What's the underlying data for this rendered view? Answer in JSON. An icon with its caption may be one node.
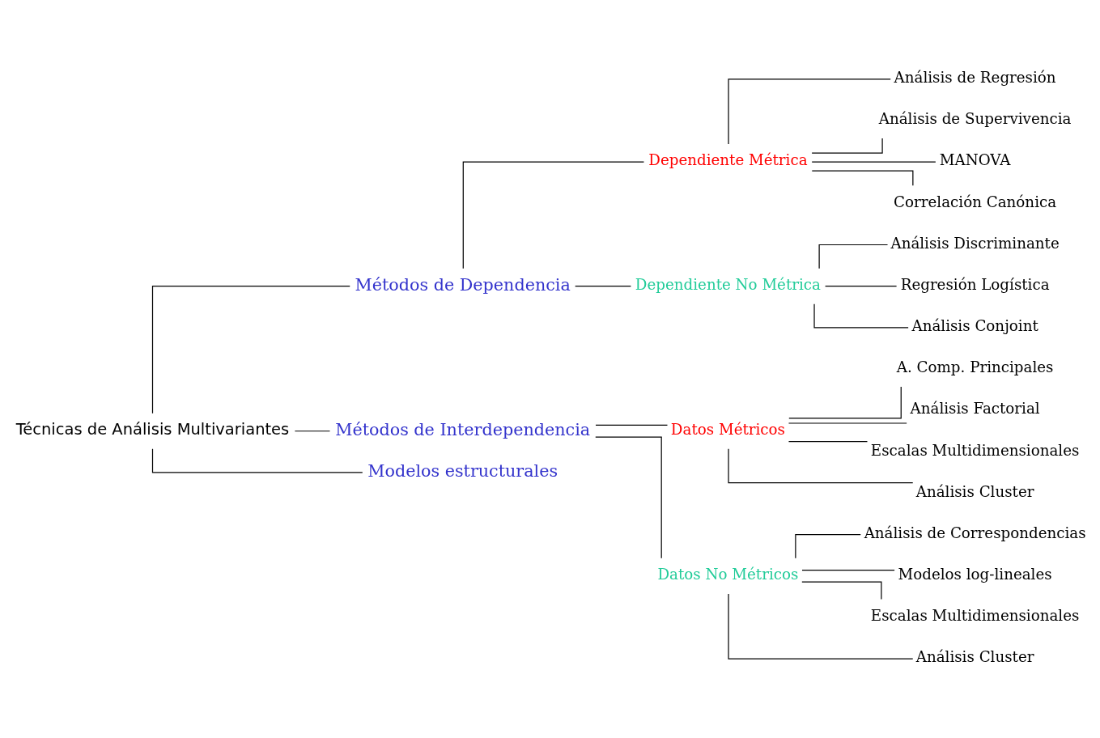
{
  "diagram": {
    "nodes": [
      {
        "text": [
          "Técnicas de Análisis Multivariantes"
        ]
      },
      {
        "text": [
          "Métodos de Dependencia"
        ]
      },
      {
        "text": [
          "Dependiente Métrica"
        ]
      },
      {
        "text": [
          "Análisis de Regresión"
        ]
      },
      {
        "text": [
          "Análisis de Supervivencia"
        ]
      },
      {
        "text": [
          "MANOVA"
        ]
      },
      {
        "text": [
          "Correlación Canónica"
        ]
      },
      {
        "text": [
          "Dependiente No Métrica"
        ]
      },
      {
        "text": [
          "Análisis Discriminante"
        ]
      },
      {
        "text": [
          "Regresión Logística"
        ]
      },
      {
        "text": [
          "Análisis Conjoint"
        ]
      },
      {
        "text": [
          "Métodos de Interdependencia"
        ]
      },
      {
        "text": [
          "Datos Métricos"
        ]
      },
      {
        "text": [
          "A. Comp. Principales"
        ]
      },
      {
        "text": [
          "Análisis Factorial"
        ]
      },
      {
        "text": [
          "Escalas Multidimensionales"
        ]
      },
      {
        "text": [
          "Análisis Cluster"
        ]
      },
      {
        "text": [
          "Datos No Métricos"
        ]
      },
      {
        "text": [
          "Análisis de Correspondencias"
        ]
      },
      {
        "text": [
          "Modelos log-lineales"
        ]
      },
      {
        "text": [
          "Escalas Multidimensionales"
        ]
      },
      {
        "text": [
          "Análisis Cluster"
        ]
      },
      {
        "text": [
          "Modelos estructurales"
        ]
      }
    ],
    "edges": [
      {
        "from": 0,
        "to": 1,
        "arrow": "none"
      },
      {
        "from": 0,
        "to": 11,
        "arrow": "none"
      },
      {
        "from": 0,
        "to": 22,
        "arrow": "none"
      },
      {
        "from": 1,
        "to": 2,
        "arrow": "none"
      },
      {
        "from": 1,
        "to": 7,
        "arrow": "none"
      },
      {
        "from": 2,
        "to": 3,
        "arrow": "none"
      },
      {
        "from": 2,
        "to": 4,
        "arrow": "none"
      },
      {
        "from": 2,
        "to": 5,
        "arrow": "none"
      },
      {
        "from": 2,
        "to": 6,
        "arrow": "none"
      },
      {
        "from": 7,
        "to": 8,
        "arrow": "none"
      },
      {
        "from": 7,
        "to": 9,
        "arrow": "none"
      },
      {
        "from": 7,
        "to": 10,
        "arrow": "none"
      },
      {
        "from": 11,
        "to": 12,
        "arrow": "none"
      },
      {
        "from": 11,
        "to": 17,
        "arrow": "none"
      },
      {
        "from": 12,
        "to": 13,
        "arrow": "none"
      },
      {
        "from": 12,
        "to": 14,
        "arrow": "none"
      },
      {
        "from": 12,
        "to": 15,
        "arrow": "none"
      },
      {
        "from": 12,
        "to": 16,
        "arrow": "none"
      },
      {
        "from": 17,
        "to": 18,
        "arrow": "none"
      },
      {
        "from": 17,
        "to": 19,
        "arrow": "none"
      },
      {
        "from": 17,
        "to": 20,
        "arrow": "none"
      },
      {
        "from": 17,
        "to": 21,
        "arrow": "none"
      }
    ]
  }
}
